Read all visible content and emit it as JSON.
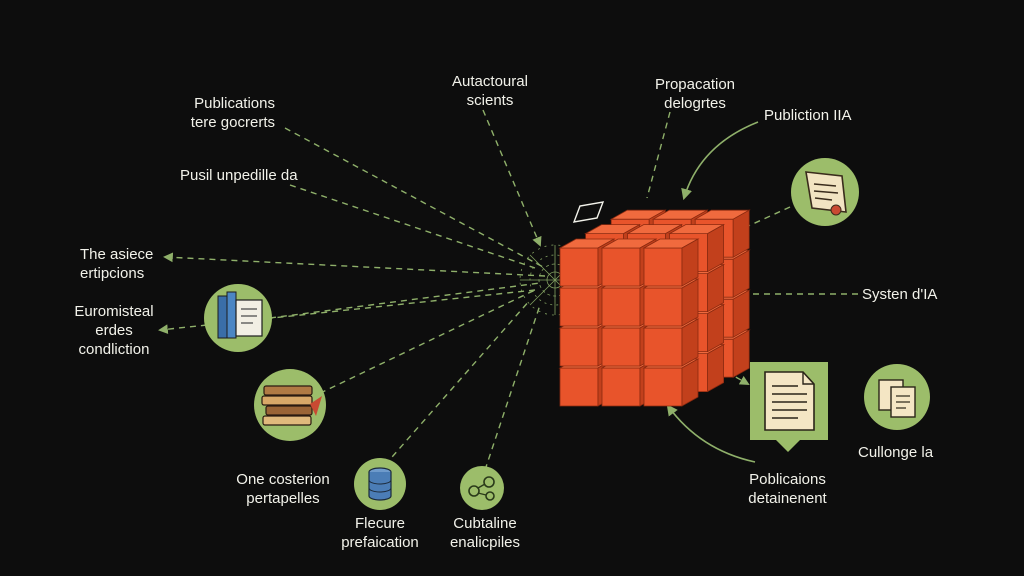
{
  "colors": {
    "background": "#0d0d0d",
    "connector": "#8fb06a",
    "cube_face": "#e8542b",
    "cube_top": "#f06a3e",
    "cube_side": "#c2401c",
    "icon_circle": "#9cbd6a",
    "label": "#f2f2ea"
  },
  "labels": {
    "autonomous": {
      "line1": "Autactoural",
      "line2": "scients"
    },
    "propagation": {
      "line1": "Propacation",
      "line2": "delogrtes"
    },
    "publication_ia": {
      "line1": "Publiction IIA"
    },
    "publications_gen": {
      "line1": "Publications",
      "line2": "tere gocrerts"
    },
    "pusil": {
      "line1": "Pusil unpedille da"
    },
    "asiece": {
      "line1": "The asiece",
      "line2": "ertipcions"
    },
    "euromisteal": {
      "line1": "Euromisteal",
      "line2": "erdes",
      "line3": "condliction"
    },
    "systemia": {
      "line1": "Systen d'IA"
    },
    "costerion": {
      "line1": "One costerion",
      "line2": "pertapelles"
    },
    "flecure": {
      "line1": "Flecure",
      "line2": "prefaication"
    },
    "cubtaline": {
      "line1": "Cubtaline",
      "line2": "enalicpiles"
    },
    "pobicaions": {
      "line1": "Poblicaions",
      "line2": "detainenent"
    },
    "cullonge": {
      "line1": "Cullonge la"
    }
  },
  "icons": {
    "scroll_topright": "certificate-scroll-icon",
    "books_left": "books-document-icon",
    "stack_left": "book-stack-icon",
    "database": "database-icon",
    "molecule": "molecule-icon",
    "document_large": "document-icon",
    "documents_right": "documents-icon"
  }
}
